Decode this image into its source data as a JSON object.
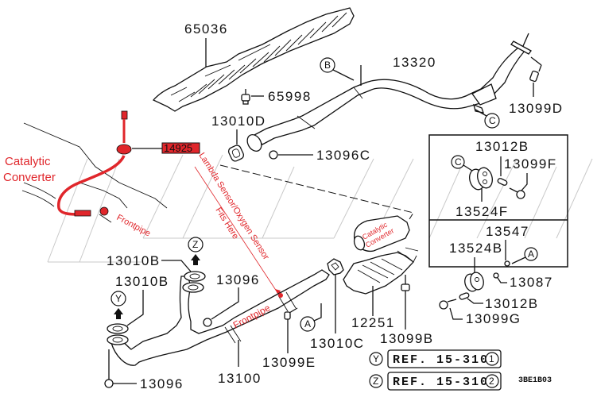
{
  "diagram": {
    "title": "Exhaust system parts diagram",
    "figure_code": "3BE1B03",
    "part_numbers": {
      "heat_shield": "65036",
      "heat_shield_bolt": "65998",
      "center_pipe": "13320",
      "gasket_13010D": "13010D",
      "nut_13096C": "13096C",
      "bolt_13099D": "13099D",
      "oxygen_sensor": "14925",
      "gasket_13010B_upper": "13010B",
      "gasket_13010B_lower": "13010B",
      "nut_13096_upper": "13096",
      "nut_13096_lower": "13096",
      "front_pipe": "13100",
      "bolt_13099E": "13099E",
      "gasket_13010C": "13010C",
      "cat_converter_shield": "12251",
      "bolt_13099B": "13099B"
    },
    "inset_top": {
      "hanger_pin": "13012B",
      "bolt": "13099F",
      "rubber_hanger": "13524F",
      "ref_marker": "C"
    },
    "inset_bottom": {
      "washer": "13547",
      "rubber_hanger": "13524B",
      "nut": "13087",
      "pin": "13012B",
      "bolt": "13099G",
      "ref_marker": "A"
    },
    "markers": {
      "A": "A",
      "B": "B",
      "C": "C",
      "Y": "Y",
      "Z": "Z"
    },
    "references": [
      {
        "marker": "Y",
        "text": "REF. 15-310",
        "index": "1"
      },
      {
        "marker": "Z",
        "text": "REF. 15-310",
        "index": "2"
      }
    ],
    "annotations": {
      "catalytic_converter_left": [
        "Catalytic",
        "Converter"
      ],
      "frontpipe_upper": "Frontpipe",
      "lambda_sensor_line1": "Lambda Sensor/Oxygen Sensor",
      "lambda_sensor_line2": "Fits Here",
      "frontpipe_lower": "Frontpipe",
      "catalytic_converter_right": [
        "Catalytic",
        "Converter"
      ]
    },
    "colors": {
      "annotation_red": "#e0262b",
      "line_black": "#111111",
      "watermark_gray": "#c9c9c9"
    }
  }
}
